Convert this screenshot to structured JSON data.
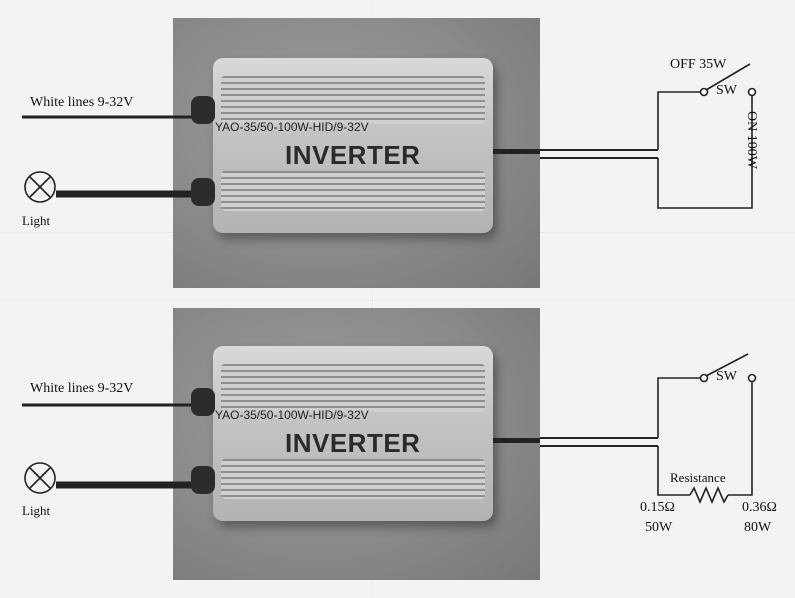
{
  "top_diagram": {
    "input_label": "White lines 9-32V",
    "light_label": "Light",
    "model_text": "YAO-35/50-100W-HID/9-32V",
    "brand_text": "INVERTER",
    "switch_off_label": "OFF  35W",
    "switch_label": "SW",
    "switch_on_label": "ON 100W"
  },
  "bottom_diagram": {
    "input_label": "White lines 9-32V",
    "light_label": "Light",
    "model_text": "YAO-35/50-100W-HID/9-32V",
    "brand_text": "INVERTER",
    "switch_label": "SW",
    "resistance_label": "Resistance",
    "left_tap_value": "0.15Ω",
    "left_tap_power": "50W",
    "right_tap_value": "0.36Ω",
    "right_tap_power": "80W"
  }
}
